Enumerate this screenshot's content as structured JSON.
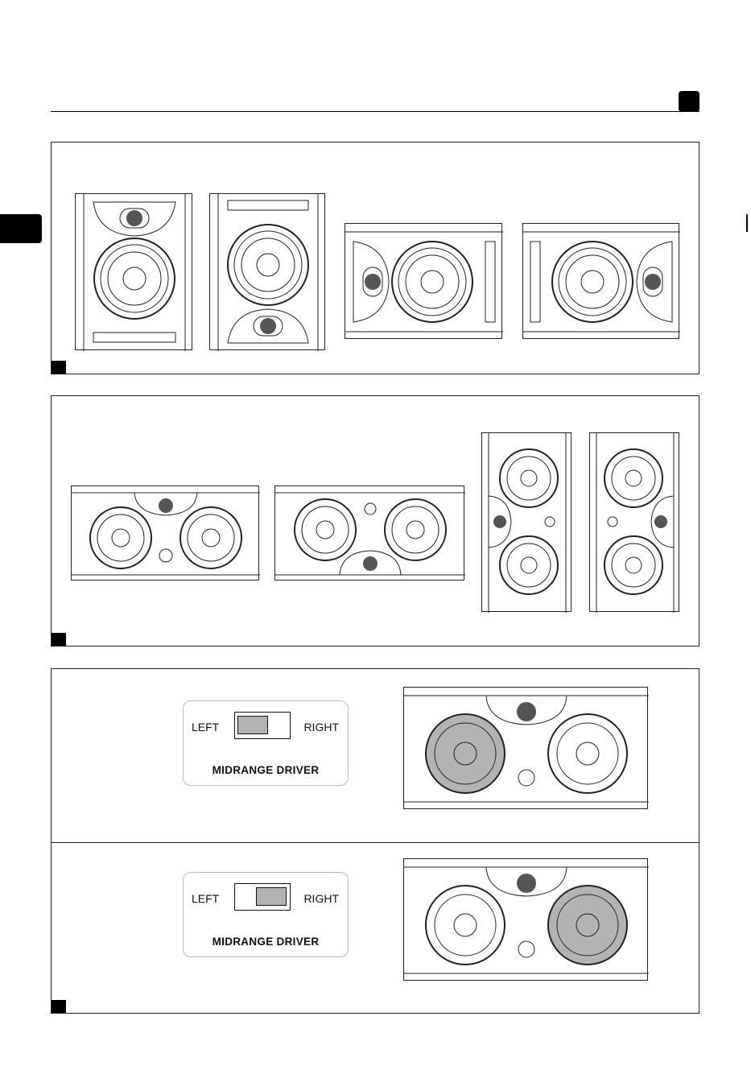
{
  "switch_top": {
    "left": "LEFT",
    "right": "RIGHT",
    "title": "MIDRANGE DRIVER",
    "position": "left"
  },
  "switch_bottom": {
    "left": "LEFT",
    "right": "RIGHT",
    "title": "MIDRANGE DRIVER",
    "position": "right"
  },
  "colors": {
    "highlight_driver": "#b3b3b3",
    "line": "#222222"
  }
}
